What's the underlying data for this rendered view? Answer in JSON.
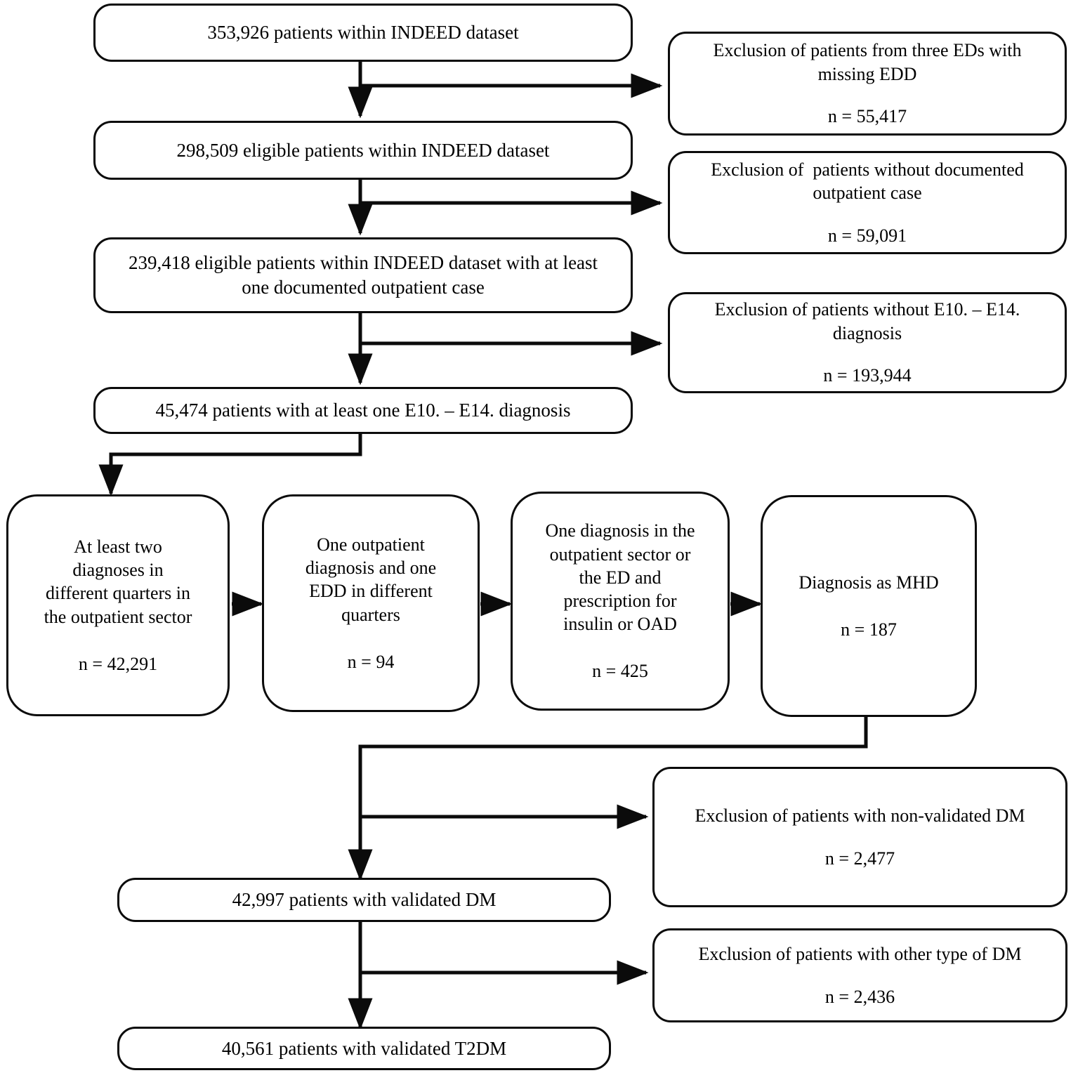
{
  "diagram": {
    "title": "Patient selection flowchart (INDEED dataset)",
    "line_color": "#0b0b0b",
    "background": "#ffffff"
  },
  "main_nodes": [
    {
      "id": "total-cohort",
      "lines": [
        "353,926 patients within INDEED dataset"
      ],
      "n": ""
    },
    {
      "id": "eligible-cohort",
      "lines": [
        "298,509 eligible patients within INDEED dataset"
      ],
      "n": ""
    },
    {
      "id": "eligible-outpatient-cohort",
      "lines": [
        "239,418 eligible patients within INDEED dataset with at least",
        "one documented outpatient case"
      ],
      "n": ""
    },
    {
      "id": "e10-e14-cohort",
      "lines": [
        "45,474 patients with at least one E10. – E14. diagnosis"
      ],
      "n": ""
    },
    {
      "id": "validated-dm-cohort",
      "lines": [
        "42,997 patients with validated DM"
      ],
      "n": ""
    },
    {
      "id": "validated-t2dm-cohort",
      "lines": [
        "40,561 patients with validated T2DM"
      ],
      "n": ""
    }
  ],
  "exclusion_nodes": [
    {
      "id": "exclusion-missing-edd",
      "lines": [
        "Exclusion of patients from three EDs with",
        "missing EDD"
      ],
      "n": "n = 55,417"
    },
    {
      "id": "exclusion-no-outpatient-case",
      "lines": [
        "Exclusion of  patients without documented",
        "outpatient case"
      ],
      "n": "n = 59,091"
    },
    {
      "id": "exclusion-no-e10-e14",
      "lines": [
        "Exclusion of patients without E10. – E14.",
        "diagnosis"
      ],
      "n": "n = 193,944"
    },
    {
      "id": "exclusion-non-validated-dm",
      "lines": [
        "Exclusion of patients with non-validated DM"
      ],
      "n": "n = 2,477"
    },
    {
      "id": "exclusion-other-type-dm",
      "lines": [
        "Exclusion of patients with other type of DM"
      ],
      "n": "n = 2,436"
    }
  ],
  "criteria_nodes": [
    {
      "id": "criteria-two-outpatient-diagnoses",
      "lines": [
        "At least two",
        "diagnoses in",
        "different quarters in",
        "the outpatient sector"
      ],
      "n": "n = 42,291"
    },
    {
      "id": "criteria-outpatient-and-edd",
      "lines": [
        "One outpatient",
        "diagnosis and one",
        "EDD in different",
        "quarters"
      ],
      "n": "n = 94"
    },
    {
      "id": "criteria-diagnosis-and-prescription",
      "lines": [
        "One diagnosis in the",
        "outpatient sector or",
        "the ED and",
        "prescription for",
        "insulin or OAD"
      ],
      "n": "n = 425"
    },
    {
      "id": "criteria-diagnosis-as-mhd",
      "lines": [
        "Diagnosis as MHD"
      ],
      "n": "n = 187"
    }
  ]
}
